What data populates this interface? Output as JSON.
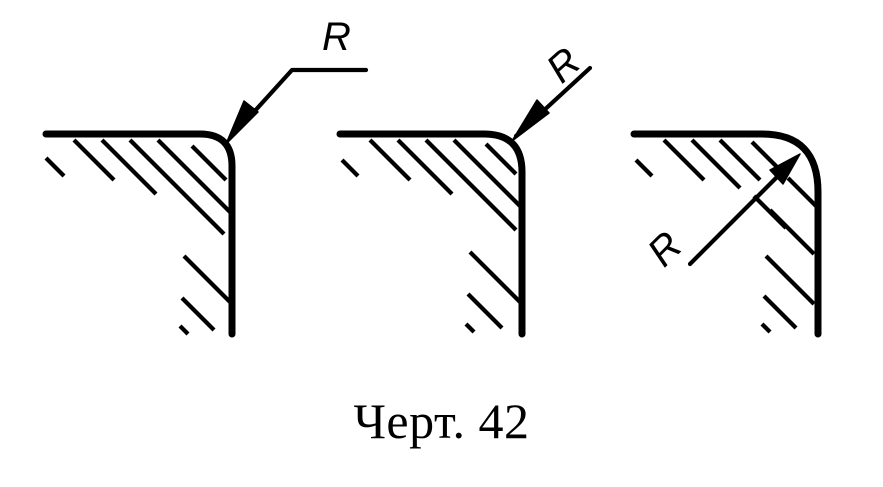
{
  "figure": {
    "caption": "Черт. 42",
    "views": [
      {
        "id": "view-1",
        "radius_label": "R"
      },
      {
        "id": "view-2",
        "radius_label": "R"
      },
      {
        "id": "view-3",
        "radius_label": "R"
      }
    ]
  }
}
